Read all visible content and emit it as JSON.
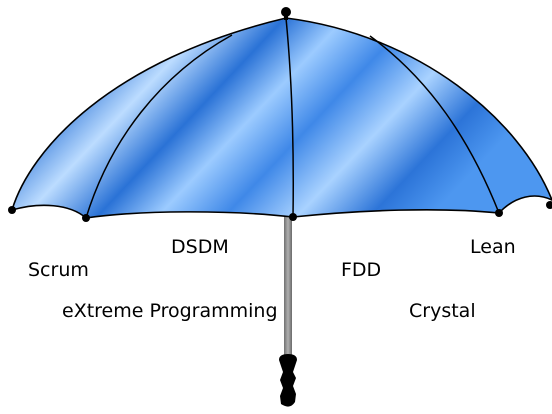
{
  "diagram": {
    "methods": {
      "scrum": "Scrum",
      "dsdm": "DSDM",
      "fdd": "FDD",
      "lean": "Lean",
      "xp": "eXtreme Programming",
      "crystal": "Crystal"
    },
    "colors": {
      "canopy_dark": "#1f66c9",
      "canopy_mid": "#4d97f0",
      "canopy_light": "#bcdcff",
      "outline": "#000000",
      "shaft": "#8a8a8a",
      "handle": "#000000"
    },
    "icons": {
      "canopy": "umbrella-canopy-icon",
      "handle": "umbrella-handle-icon"
    }
  }
}
